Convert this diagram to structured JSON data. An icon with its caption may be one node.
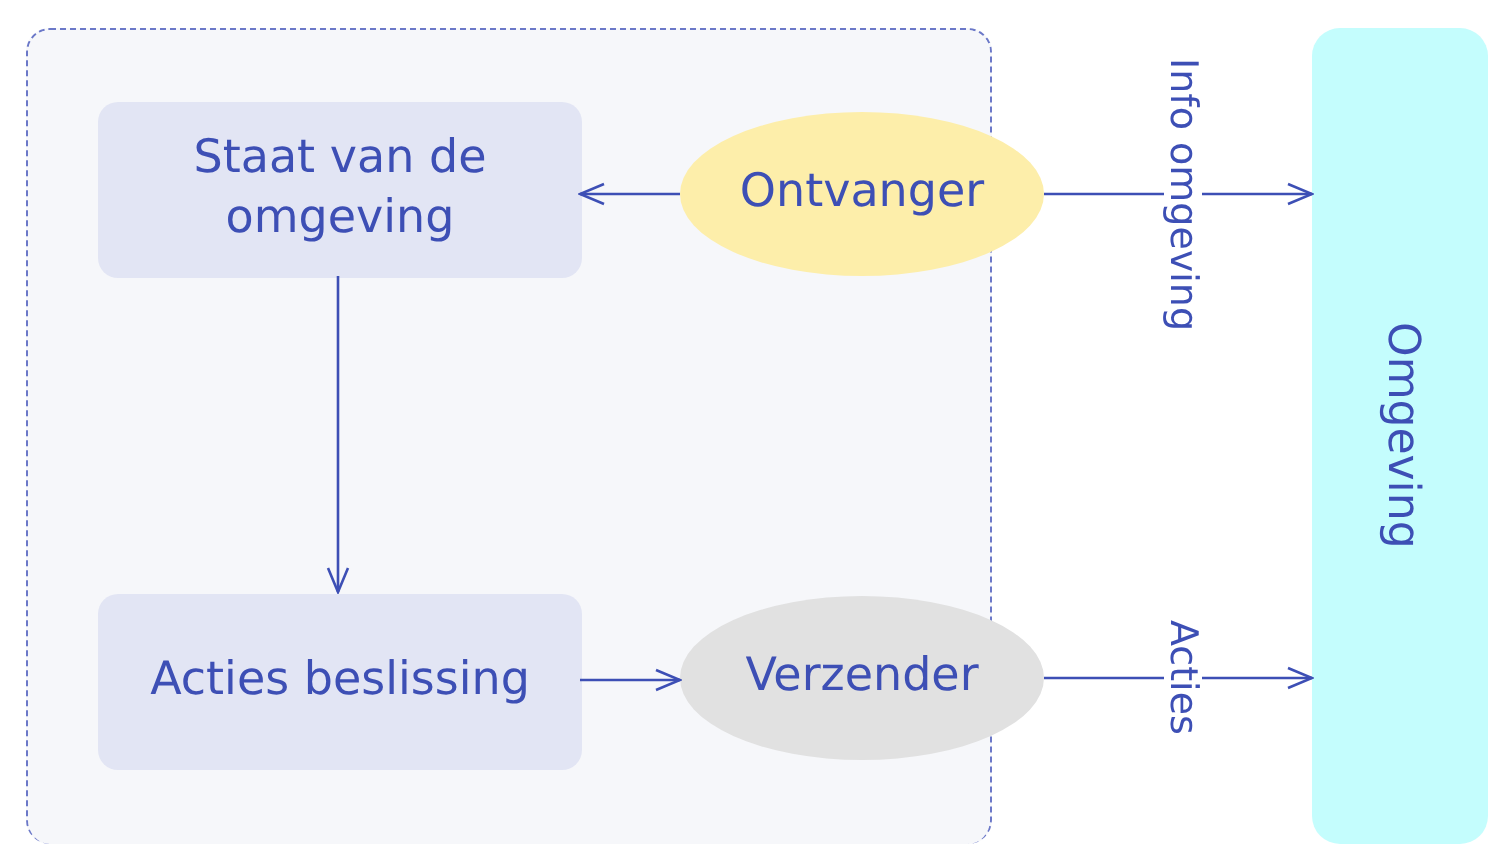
{
  "diagram": {
    "nodes": [
      {
        "text": [],
        "shape": "box"
      },
      {
        "text": [
          "Staat van de omgeving"
        ],
        "in": 0
      },
      {
        "text": [
          "Ontvanger"
        ]
      },
      {
        "text": [
          "Acties beslissing"
        ],
        "in": 0
      },
      {
        "text": [
          "Verzender"
        ]
      },
      {
        "text": [
          "Omgeving"
        ]
      }
    ],
    "edges": [
      {
        "from": 2,
        "to": 1,
        "arrow": "to"
      },
      {
        "from": 1,
        "to": 3,
        "arrow": "to"
      },
      {
        "from": 3,
        "to": 4,
        "arrow": "to"
      },
      {
        "from": 2,
        "to": 5,
        "arrow": "to",
        "label": "Info omgeving"
      },
      {
        "from": 4,
        "to": 5,
        "arrow": "to",
        "label": "Acties"
      }
    ]
  }
}
